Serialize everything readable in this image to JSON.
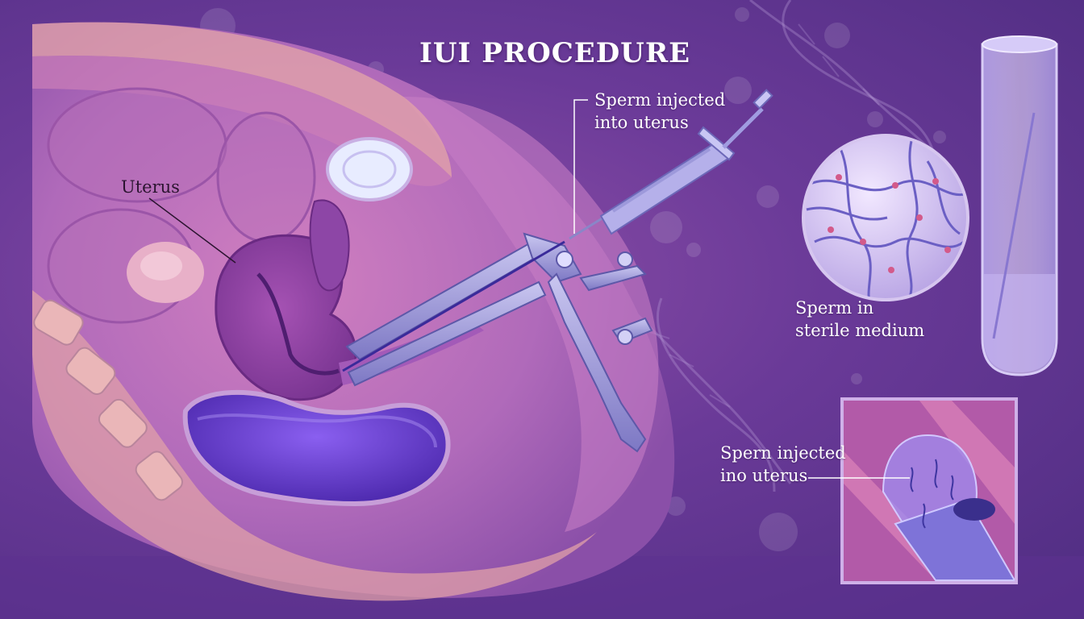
{
  "title": "IUI PROCEDURE",
  "labels": {
    "uterus": "Uterus",
    "syringe_line1": "Sperm injected",
    "syringe_line2": "into uterus",
    "medium_line1": "Sperm in",
    "medium_line2": "sterile medium",
    "inset_line1": "Spern injected",
    "inset_line2": "ino uterus"
  },
  "colors": {
    "background": "#6a3a98",
    "tissue_pink": "#d98fc0",
    "uterus_purple": "#8a3f9e",
    "bladder_violet": "#6a3fd0",
    "instrument_lavender": "#9d9ad8",
    "label_text": "#ffffff"
  },
  "icons": [
    "syringe-icon",
    "speculum-icon",
    "test-tube-icon",
    "dna-helix-icon",
    "sperm-magnifier-icon"
  ]
}
